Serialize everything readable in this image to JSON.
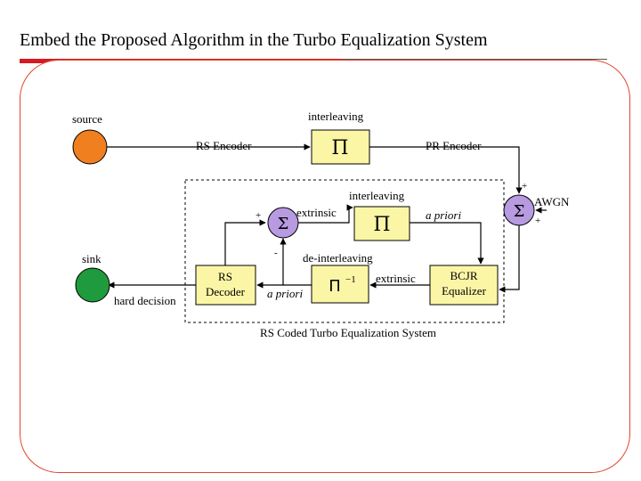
{
  "slide": {
    "title": "Embed the Proposed Algorithm in the Turbo Equalization System"
  },
  "colors": {
    "accent_red": "#d71920",
    "frame_border": "#e2462e",
    "source_node": "#f07f1f",
    "sink_node": "#1f9a3c",
    "summer_fill": "#b79ae0",
    "block_fill": "#fbf6a6"
  },
  "labels": {
    "source": "source",
    "sink": "sink",
    "interleaving_top": "interleaving",
    "interleaving_inner": "interleaving",
    "de_interleaving": "de-interleaving",
    "rs_encoder": "RS Encoder",
    "pr_encoder": "PR  Encoder",
    "awgn": "AWGN",
    "extrinsic_upper": "extrinsic",
    "extrinsic_lower": "extrinsic",
    "a_priori_upper": "a priori",
    "a_priori_lower": "a priori",
    "hard_decision": "hard decision",
    "rs_decoder_line1": "RS",
    "rs_decoder_line2": "Decoder",
    "bcjr_line1": "BCJR",
    "bcjr_line2": "Equalizer",
    "system_caption": "RS Coded Turbo Equalization System"
  },
  "symbols": {
    "pi": "Π",
    "pi_inverse": "Π",
    "inverse_exp": "−1",
    "sigma": "Σ",
    "plus": "+",
    "minus": "-"
  }
}
